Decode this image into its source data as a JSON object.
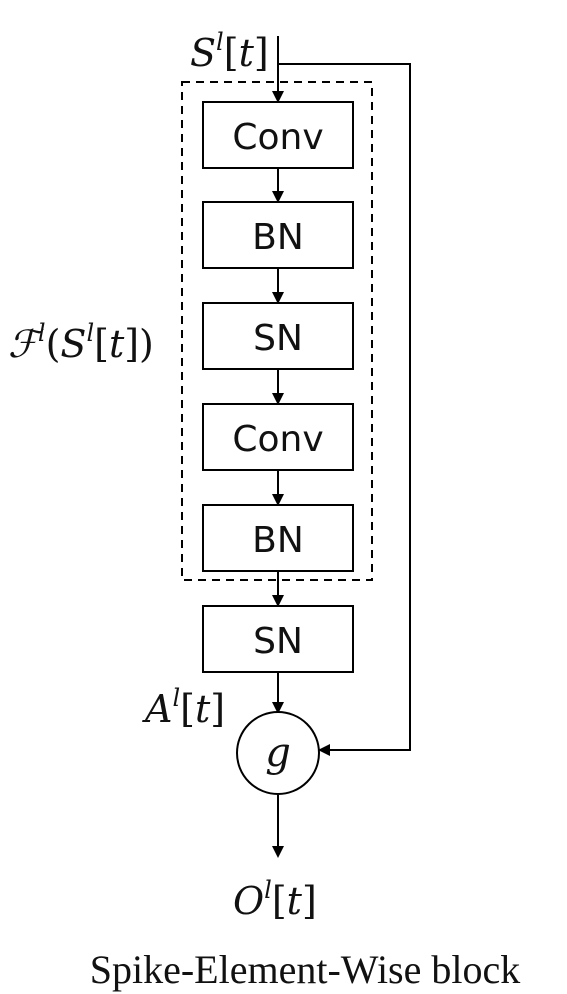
{
  "input_label": {
    "base": "S",
    "sup": "l",
    "rest": "[t]"
  },
  "residual_label": {
    "base": "ℱ",
    "sup": "l",
    "open": "(",
    "inner_base": "S",
    "inner_sup": "l",
    "inner_rest": "[t])"
  },
  "pre_gate_label": {
    "base": "A",
    "sup": "l",
    "rest": "[t]"
  },
  "output_label": {
    "base": "O",
    "sup": "l",
    "rest": "[t]"
  },
  "gate_label": "g",
  "blocks": [
    "Conv",
    "BN",
    "SN",
    "Conv",
    "BN",
    "SN"
  ],
  "caption": "Spike-Element-Wise block",
  "colors": {
    "stroke": "#000000",
    "text": "#111111"
  }
}
